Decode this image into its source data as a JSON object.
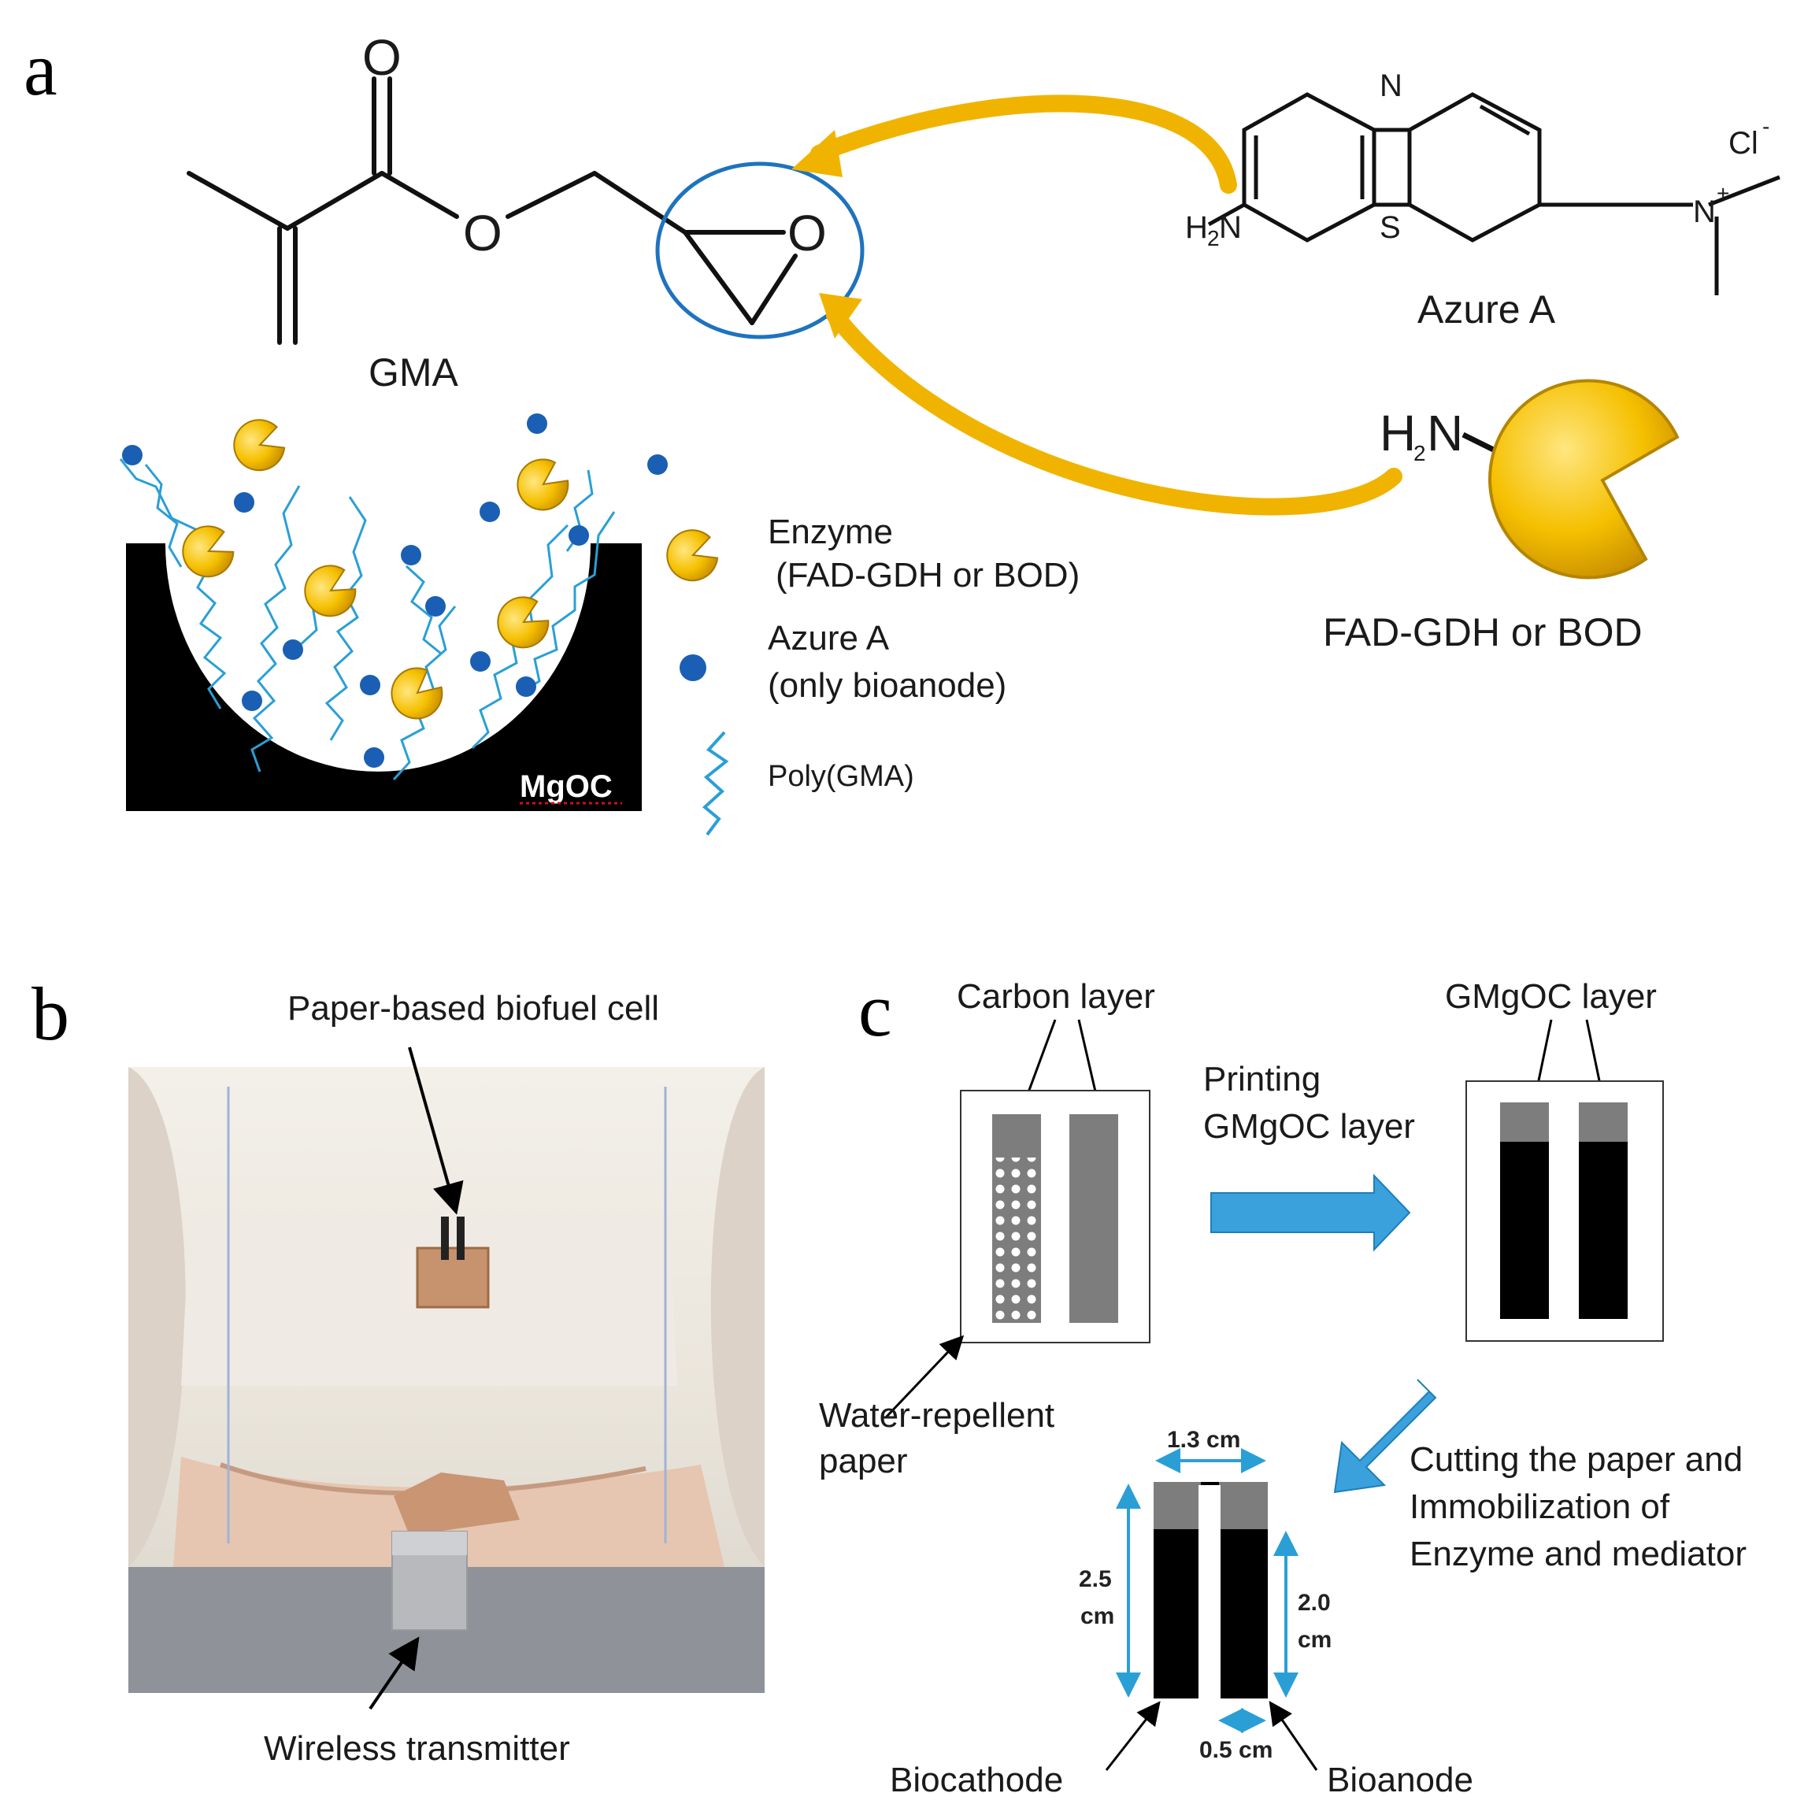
{
  "panels": {
    "a": {
      "letter": "a",
      "gma_label": "GMA",
      "atom_o": "O",
      "azure_label": "Azure A",
      "azure_atoms": {
        "n": "N",
        "s": "S",
        "h2n_h": "H",
        "h2n_sub": "2",
        "h2n_n": "N",
        "cl": "Cl",
        "cl_charge": "-",
        "n_plus": "N",
        "plus": "+"
      },
      "enzyme_amine": {
        "h": "H",
        "sub": "2",
        "n": "N"
      },
      "enzyme_label": "FAD-GDH or BOD",
      "mgoc_label": "MgOC",
      "legend": {
        "enzyme_line1": "Enzyme",
        "enzyme_line2": "(FAD-GDH or BOD)",
        "azure_line1": "Azure A",
        "azure_line2": "(only bioanode)",
        "poly": "Poly(GMA)"
      }
    },
    "b": {
      "letter": "b",
      "top_label": "Paper-based biofuel cell",
      "bottom_label": "Wireless transmitter"
    },
    "c": {
      "letter": "c",
      "carbon_layer": "Carbon layer",
      "gmgoc_layer": "GMgOC layer",
      "printing_line1": "Printing",
      "printing_line2": "GMgOC layer",
      "paper_line1": "Water-repellent",
      "paper_line2": "paper",
      "cutting_line1": "Cutting the paper and",
      "cutting_line2": "Immobilization of",
      "cutting_line3": "Enzyme and mediator",
      "dim_width": "1.3 cm",
      "dim_height1_a": "2.5",
      "dim_height1_b": "cm",
      "dim_height2_a": "2.0",
      "dim_height2_b": "cm",
      "dim_gap": "0.5 cm",
      "biocathode": "Biocathode",
      "bioanode": "Bioanode"
    }
  },
  "colors": {
    "blue": "#2a9fd6",
    "arrow_yellow": "#f0b400",
    "enzyme_yellow": "#f5c000",
    "mediator_blue": "#1a5fb4",
    "gray_layer": "#7d7d7d"
  }
}
